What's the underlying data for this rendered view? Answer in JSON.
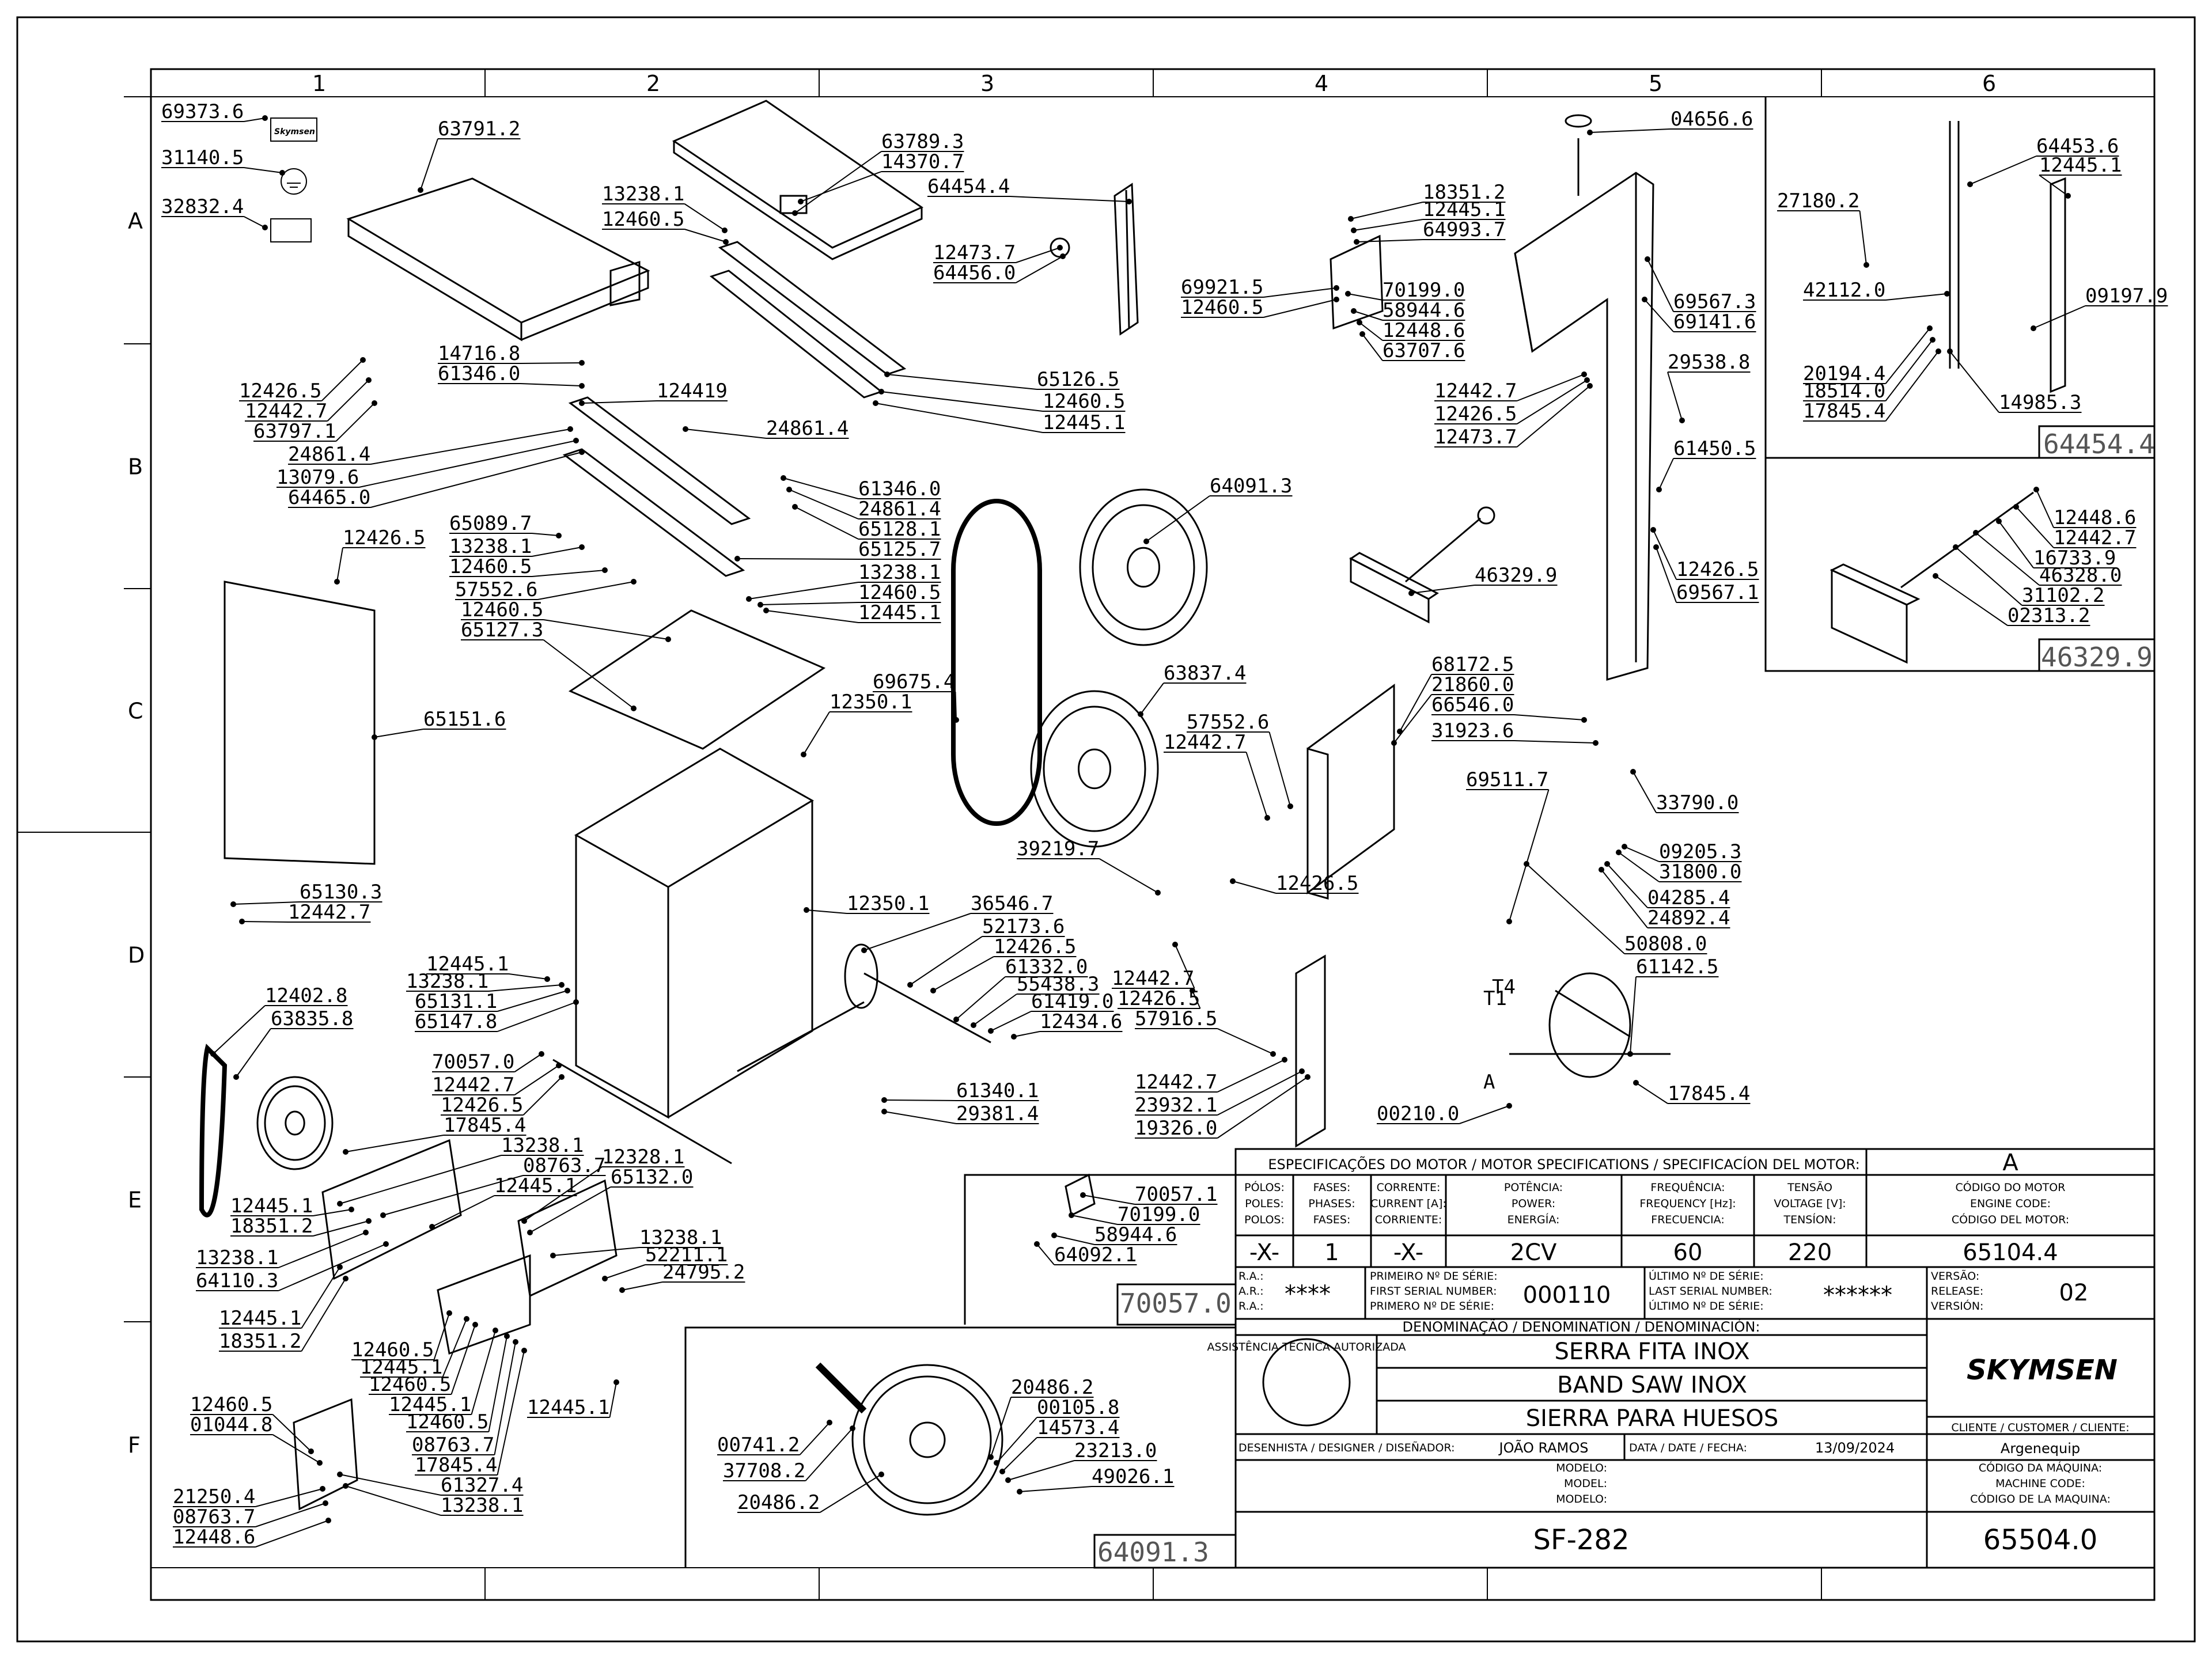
{
  "grid": {
    "columns": [
      "1",
      "2",
      "3",
      "4",
      "5",
      "6"
    ],
    "rows": [
      "A",
      "B",
      "C",
      "D",
      "E",
      "F"
    ]
  },
  "labels": [
    "69373.6",
    "31140.5",
    "32832.4",
    "63791.2",
    "63789.3",
    "14370.7",
    "13238.1",
    "12460.5",
    "64454.4",
    "12473.7",
    "64456.0",
    "18351.2",
    "12445.1",
    "64993.7",
    "69921.5",
    "12460.5",
    "70199.0",
    "58944.6",
    "12448.6",
    "63707.6",
    "04656.6",
    "69567.3",
    "69141.6",
    "14716.8",
    "61346.0",
    "124419",
    "12426.5",
    "12442.7",
    "63797.1",
    "24861.4",
    "13079.6",
    "64465.0",
    "24861.4",
    "65126.5",
    "12460.5",
    "12445.1",
    "12442.7",
    "12426.5",
    "12473.7",
    "29538.8",
    "61450.5",
    "61346.0",
    "24861.4",
    "65128.1",
    "65125.7",
    "65089.7",
    "13238.1",
    "12460.5",
    "57552.6",
    "13238.1",
    "12460.5",
    "12445.1",
    "12460.5",
    "65127.3",
    "12426.5",
    "64091.3",
    "46329.9",
    "12426.5",
    "69567.1",
    "69675.4",
    "12350.1",
    "63837.4",
    "57552.6",
    "12442.7",
    "68172.5",
    "21860.0",
    "66546.0",
    "31923.6",
    "65151.6",
    "69511.7",
    "33790.0",
    "39219.7",
    "12426.5",
    "09205.3",
    "31800.0",
    "04285.4",
    "24892.4",
    "50808.0",
    "61142.5",
    "65130.3",
    "12442.7",
    "12350.1",
    "36546.7",
    "52173.6",
    "12426.5",
    "61332.0",
    "55438.3",
    "61419.0",
    "12434.6",
    "12445.1",
    "13238.1",
    "65131.1",
    "65147.8",
    "12442.7",
    "12426.5",
    "57916.5",
    "12442.7",
    "23932.1",
    "19326.0",
    "12402.8",
    "63835.8",
    "70057.0",
    "12442.7",
    "12426.5",
    "61340.1",
    "29381.4",
    "17845.4",
    "00210.0",
    "17845.4",
    "13238.1",
    "08763.7",
    "12445.1",
    "12328.1",
    "65132.0",
    "12445.1",
    "18351.2",
    "13238.1",
    "64110.3",
    "13238.1",
    "52211.1",
    "24795.2",
    "12445.1",
    "18351.2",
    "12460.5",
    "12445.1",
    "12460.5",
    "12445.1",
    "12460.5",
    "08763.7",
    "17845.4",
    "12445.1",
    "12460.5",
    "01044.8",
    "61327.4",
    "13238.1",
    "21250.4",
    "08763.7",
    "12448.6",
    "70057.1",
    "70199.0",
    "58944.6",
    "64092.1",
    "00741.2",
    "37708.2",
    "20486.2",
    "20486.2",
    "00105.8",
    "14573.4",
    "23213.0",
    "49026.1",
    "64453.6",
    "12445.1",
    "27180.2",
    "42112.0",
    "09197.9",
    "20194.4",
    "18514.0",
    "17845.4",
    "14985.3",
    "12448.6",
    "12442.7",
    "16733.9",
    "46328.0",
    "31102.2",
    "02313.2"
  ],
  "ref_boxes": {
    "detail_a": "64454.4",
    "detail_b": "46329.9",
    "detail_c": "70057.0",
    "detail_d": "64091.3"
  },
  "markers": {
    "a": "A",
    "t4": "T4",
    "t1": "T1"
  },
  "logo_text": "Skymsen",
  "title_block": {
    "spec_header": "ESPECIFICAÇÕES DO MOTOR / MOTOR SPECIFICATIONS / SPECIFICACÍON DEL MOTOR:",
    "col_poles": [
      "PÓLOS:",
      "POLES:",
      "POLOS:"
    ],
    "col_phases": [
      "FASES:",
      "PHASES:",
      "FASES:"
    ],
    "col_current": [
      "CORRENTE:",
      "CURRENT [A]:",
      "CORRIENTE:"
    ],
    "col_power": [
      "POTÊNCIA:",
      "POWER:",
      "ENERGÍA:"
    ],
    "col_freq": [
      "FREQUÊNCIA:",
      "FREQUENCY [Hz]:",
      "FRECUENCIA:"
    ],
    "col_voltage": [
      "TENSÃO",
      "VOLTAGE [V]:",
      "TENSÍON:"
    ],
    "engine_code_label": [
      "CÓDIGO DO MOTOR",
      "ENGINE CODE:",
      "CÓDIGO DEL MOTOR:"
    ],
    "rev_letter": "A",
    "poles": "-X-",
    "phases": "1",
    "current": "-X-",
    "power": "2CV",
    "frequency": "60",
    "voltage": "220",
    "engine_code": "65104.4",
    "ra_labels": [
      "R.A.:",
      "A.R.:",
      "R.A.:"
    ],
    "ra_value": "****",
    "first_serial_labels": [
      "PRIMEIRO Nº DE SÉRIE:",
      "FIRST SERIAL NUMBER:",
      "PRIMERO Nº DE SÉRIE:"
    ],
    "first_serial": "000110",
    "last_serial_labels": [
      "ÚLTIMO Nº DE SÉRIE:",
      "LAST SERIAL NUMBER:",
      "ÚLTIMO Nº DE SÉRIE:"
    ],
    "last_serial": "******",
    "version_labels": [
      "VERSÃO:",
      "RELEASE:",
      "VERSIÓN:"
    ],
    "version": "02",
    "denomination_header": "DENOMINAÇÃO / DENOMINATION / DENOMINACIÓN:",
    "name_pt": "SERRA FITA INOX",
    "name_en": "BAND SAW INOX",
    "name_es": "SIERRA PARA HUESOS",
    "brand": "SKYMSEN",
    "seal_text": "ASSISTÊNCIA TÉCNICA AUTORIZADA",
    "customer_label": "CLIENTE / CUSTOMER / CLIENTE:",
    "customer": "Argenequip",
    "designer_label": "DESENHISTA / DESIGNER / DISEÑADOR:",
    "designer": "JOÃO RAMOS",
    "date_label": "DATA / DATE / FECHA:",
    "date": "13/09/2024",
    "machine_code_labels": [
      "CÓDIGO DA MÁQUINA:",
      "MACHINE CODE:",
      "CÓDIGO DE LA MAQUINA:"
    ],
    "model_labels": [
      "MODELO:",
      "MODEL:",
      "MODELO:"
    ],
    "model": "SF-282",
    "machine_code": "65504.0"
  }
}
